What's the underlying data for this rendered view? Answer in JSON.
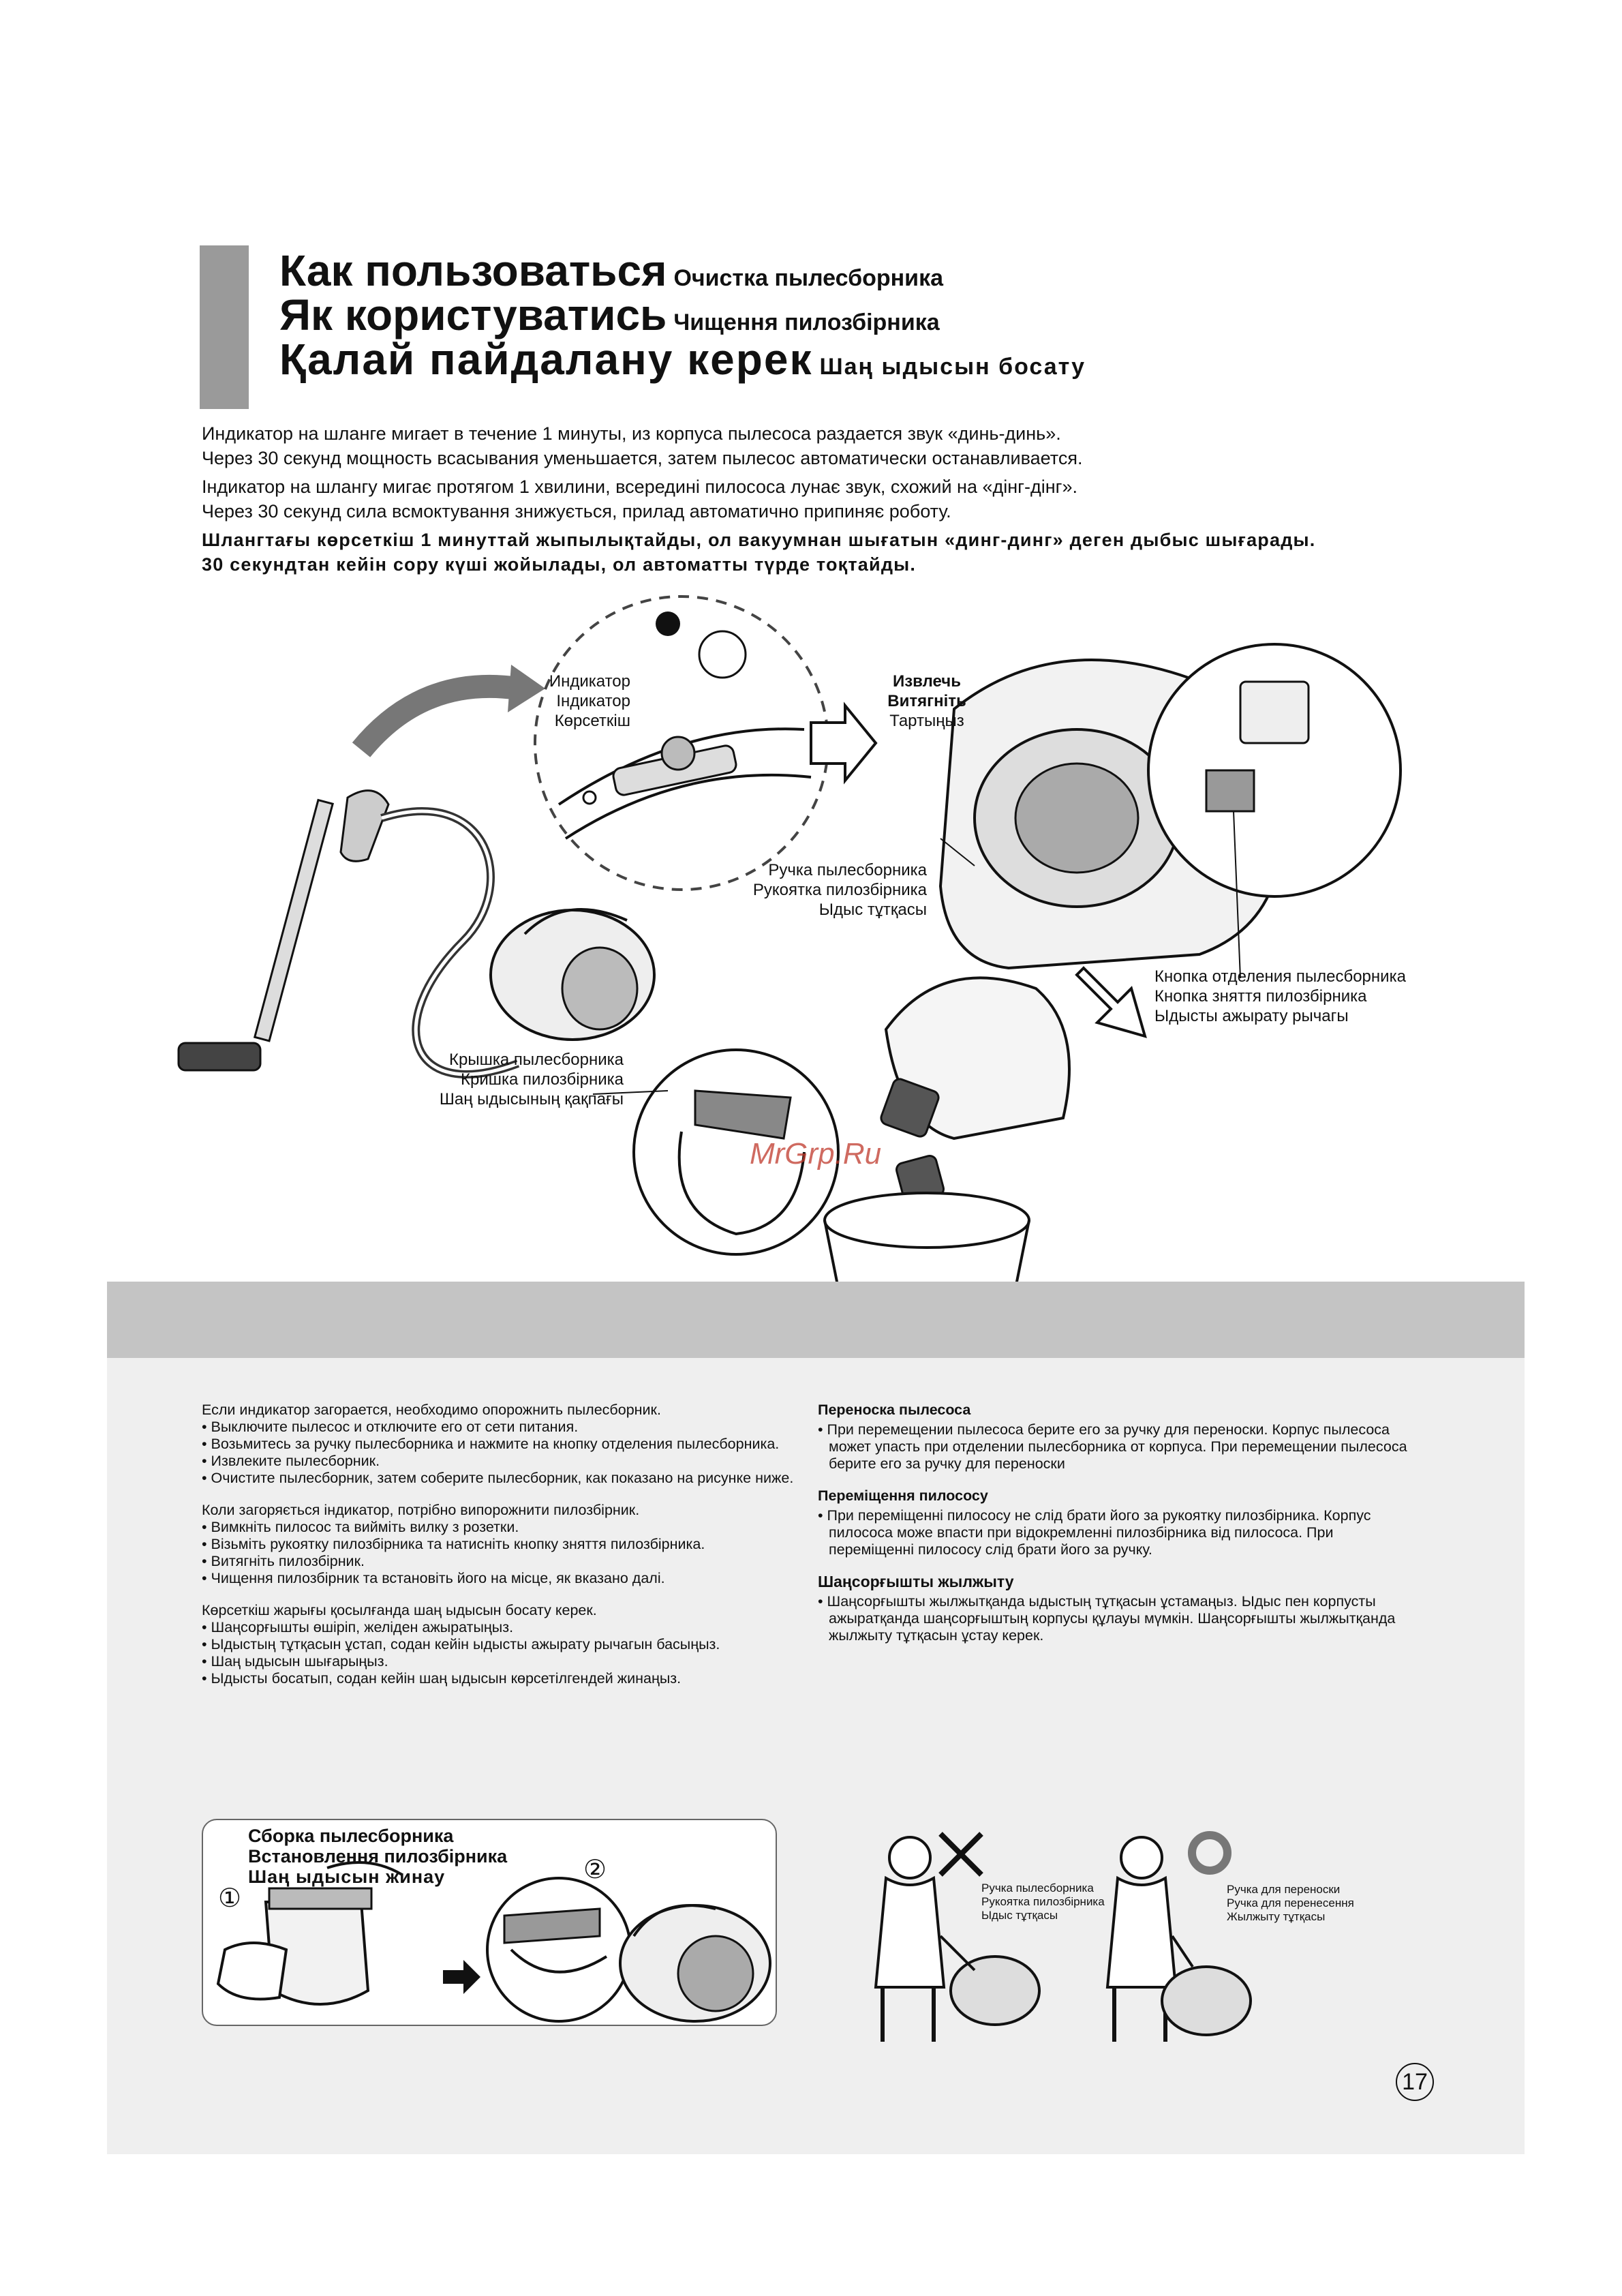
{
  "header": {
    "lines": [
      {
        "main": "Как пользоваться",
        "sub": "Очистка пылесборника"
      },
      {
        "main": "Як користуватись",
        "sub": "Чищення пилозбірника"
      },
      {
        "main": "Қалай пайдалану керек",
        "sub": "Шаң ыдысын босату"
      }
    ]
  },
  "intro": {
    "ru_1": "Индикатор на шланге мигает в течение 1 минуты, из корпуса пылесоса раздается звук «динь-динь».",
    "ru_2": "Через 30 секунд мощность всасывания уменьшается, затем пылесос автоматически останавливается.",
    "uk_1": "Індикатор на шлангу мигає протягом 1 хвилини, всередині пилососа лунає звук, схожий на «дінг-дінг».",
    "uk_2": "Через 30 секунд сила всмоктування знижується, прилад автоматично припиняє роботу.",
    "kz_1": "Шлангтағы көрсеткіш 1 минуттай жыпылықтайды, ол вакуумнан шығатын «динг-динг» деген дыбыс шығарады.",
    "kz_2": "30 секундтан кейін сору күші жойылады, ол автоматты түрде тоқтайды."
  },
  "labels": {
    "indicator": [
      "Индикатор",
      "Індикатор",
      "Көрсеткіш"
    ],
    "extract": [
      "Извлечь",
      "Витягніть",
      "Тартыңыз"
    ],
    "handle": [
      "Ручка пылесборника",
      "Рукоятка пилозбірника",
      "Ыдыс тұтқасы"
    ],
    "release_button": [
      "Кнопка отделения пылесборника",
      "Кнопка зняття пилозбірника",
      "Ыдысты ажырату рычагы"
    ],
    "cover": [
      "Крышка пылесборника",
      "Кришка пилозбірника",
      "Шаң ыдысының қақпағы"
    ]
  },
  "watermark": "MrGrp.Ru",
  "instructions": {
    "ru": {
      "lead": "Если индикатор загорается, необходимо опорожнить пылесборник.",
      "items": [
        "Выключите пылесос и отключите его от сети питания.",
        "Возьмитесь за ручку пылесборника и нажмите на кнопку отделения пылесборника.",
        "Извлеките пылесборник.",
        "Очистите пылесборник, затем соберите пылесборник, как показано на рисунке ниже."
      ]
    },
    "uk": {
      "lead": "Коли загоряється індикатор, потрібно випорожнити пилозбірник.",
      "items": [
        "Вимкніть пилосос та вийміть вилку з розетки.",
        "Візьміть рукоятку пилозбірника та натисніть кнопку зняття пилозбірника.",
        "Витягніть пилозбірник.",
        "Чищення пилозбірник та встановіть його на місце, як вказано далі."
      ]
    },
    "kz": {
      "lead": "Көрсеткіш жарығы қосылғанда шаң ыдысын босату керек.",
      "items": [
        "Шаңсорғышты өшіріп, желіден ажыратыңыз.",
        "Ыдыстың тұтқасын ұстап, содан кейін ыдысты ажырату рычагын басыңыз.",
        "Шаң ыдысын шығарыңыз.",
        "Ыдысты босатып, содан кейін шаң ыдысын көрсетілгендей жинаңыз."
      ]
    }
  },
  "carry": {
    "ru": {
      "title": "Переноска пылесоса",
      "text": "При перемещении пылесоса берите его за ручку для переноски. Корпус пылесоса может упасть при отделении пылесборника от корпуса. При перемещении пылесоса берите его за ручку для переноски"
    },
    "uk": {
      "title": "Переміщення пилососу",
      "text": "При переміщенні пилососу не слід брати його за рукоятку пилозбірника. Корпус пилососа може впасти при відокремленні пилозбірника від пилососа. При переміщенні пилососу слід брати його за ручку."
    },
    "kz": {
      "title": "Шаңсорғышты жылжыту",
      "text": "Шаңсорғышты жылжытқанда ыдыстың тұтқасын ұстамаңыз. Ыдыс пен корпусты ажыратқанда шаңсорғыштың корпусы құлауы мүмкін. Шаңсорғышты жылжытқанда жылжыту тұтқасын ұстау керек."
    }
  },
  "assembly": {
    "title": [
      "Сборка пылесборника",
      "Встановлення пилозбірника",
      "Шаң ыдысын жинау"
    ],
    "step1": "①",
    "step2": "②"
  },
  "carry_figures": {
    "wrong_label": [
      "Ручка пылесборника",
      "Рукоятка пилозбірника",
      "Ыдыс тұтқасы"
    ],
    "right_label": [
      "Ручка для переноски",
      "Ручка для перенесення",
      "Жылжыту тұтқасы"
    ]
  },
  "page_number": "17"
}
